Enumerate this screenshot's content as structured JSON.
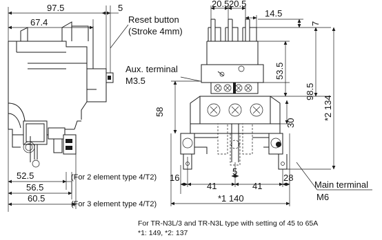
{
  "dimensions": {
    "d97_5": "97.5",
    "d5": "5",
    "d67_4": "67.4",
    "d20_5a": "20.5",
    "d20_5b": "20.5",
    "d14_5": "14.5",
    "d7": "7",
    "d53_5": "53.5",
    "d98_5": "98.5",
    "d134": "*2 134",
    "d58": "58",
    "d30": "30",
    "d52_5": "52.5",
    "d56_5": "56.5",
    "d60_5": "60.5",
    "d16": "16",
    "d5b": "5",
    "d41a": "41",
    "d41b": "41",
    "d28": "28",
    "d140": "*1 140"
  },
  "labels": {
    "reset_button": "Reset button",
    "stroke": "(Stroke 4mm)",
    "aux_terminal": "Aux. terminal",
    "m3_5": "M3.5",
    "for_2_element": "(For 2 element type 4/T2)",
    "for_3_element": "(For 3 element type 4/T2)",
    "main_terminal": "Main terminal",
    "m6": "M6"
  },
  "footnote": {
    "line1": "For TR-N3L/3 and TR-N3L type with setting of 45 to 65A",
    "line2": "*1: 149, *2: 137"
  }
}
